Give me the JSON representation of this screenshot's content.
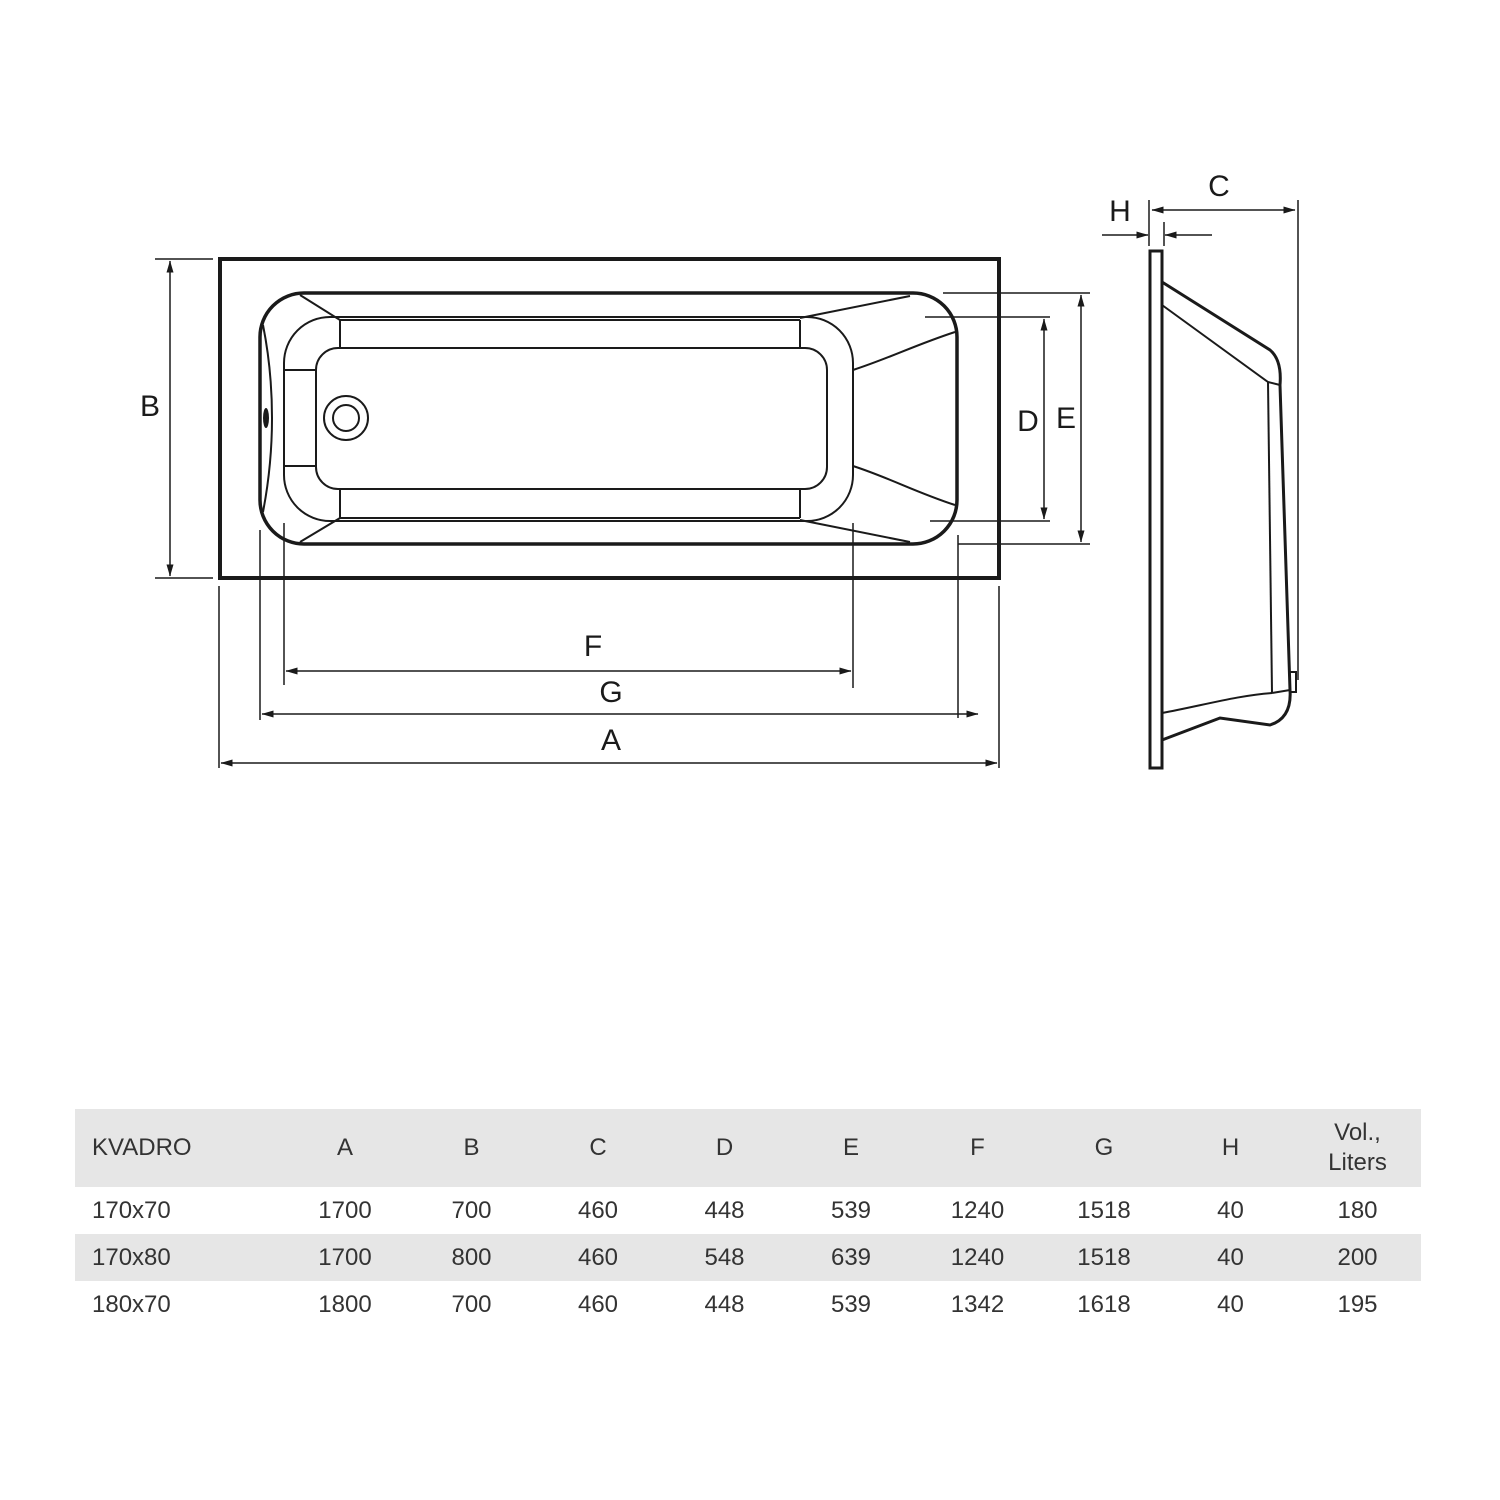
{
  "drawing": {
    "labels": {
      "A": "A",
      "B": "B",
      "C": "C",
      "D": "D",
      "E": "E",
      "F": "F",
      "G": "G",
      "H": "H"
    },
    "line_color": "#1a1a1a"
  },
  "table": {
    "header": {
      "model": "KVADRO",
      "columns": [
        "A",
        "B",
        "C",
        "D",
        "E",
        "F",
        "G",
        "H"
      ],
      "volume_line1": "Vol.,",
      "volume_line2": "Liters"
    },
    "rows": [
      {
        "size": "170x70",
        "values": [
          "1700",
          "700",
          "460",
          "448",
          "539",
          "1240",
          "1518",
          "40",
          "180"
        ]
      },
      {
        "size": "170x80",
        "values": [
          "1700",
          "800",
          "460",
          "548",
          "639",
          "1240",
          "1518",
          "40",
          "200"
        ]
      },
      {
        "size": "180x70",
        "values": [
          "1800",
          "700",
          "460",
          "448",
          "539",
          "1342",
          "1618",
          "40",
          "195"
        ]
      }
    ],
    "stripe_color": "#e6e6e6"
  }
}
